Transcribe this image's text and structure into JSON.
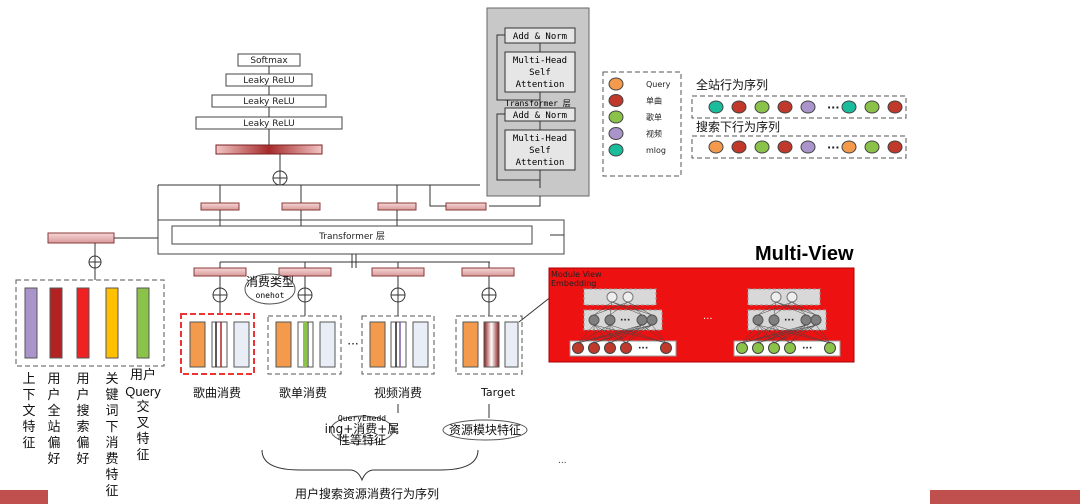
{
  "transformer_block": {
    "add_norm": "Add & Norm",
    "multi_head": [
      "Multi-Head",
      "Self",
      "Attention"
    ],
    "layer_label": "Transformer 层"
  },
  "mlp_stack": {
    "softmax": "Softmax",
    "leaky_relu": "Leaky ReLU"
  },
  "transformer_main": "Transformer 层",
  "legend": {
    "items": [
      {
        "label": "Query",
        "color": "#f39a4c"
      },
      {
        "label": "单曲",
        "color": "#c0392b"
      },
      {
        "label": "歌单",
        "color": "#8bc34a"
      },
      {
        "label": "视频",
        "color": "#a995c9"
      },
      {
        "label": "mlog",
        "color": "#1abc9c"
      }
    ]
  },
  "sequences": {
    "site_title": "全站行为序列",
    "search_title": "搜索下行为序列",
    "ellipsis": "···"
  },
  "multi_view": {
    "title": "Multi-View",
    "module_label": [
      "Module View",
      "Embedding"
    ],
    "ellipsis": "···"
  },
  "user_features": {
    "labels": [
      "上下文特征",
      "用户全站偏好",
      "用户搜索偏好",
      "关键词下消费特征"
    ],
    "query_cross": {
      "top": "用户",
      "query": "Query",
      "bottom": "交叉特征"
    }
  },
  "consumption": {
    "song": "歌曲消费",
    "playlist": "歌单消费",
    "video": "视频消费",
    "target": "Target",
    "ellipsis": "···",
    "consume_type": [
      "消费类型",
      "onehot"
    ],
    "query_embedding": [
      "QueryEmedd",
      "ing+消费+属",
      "性等特征"
    ],
    "resource_feature": "资源模块特征",
    "sequence_caption": "用户搜索资源消费行为序列",
    "bottom_ellipsis": "..."
  }
}
